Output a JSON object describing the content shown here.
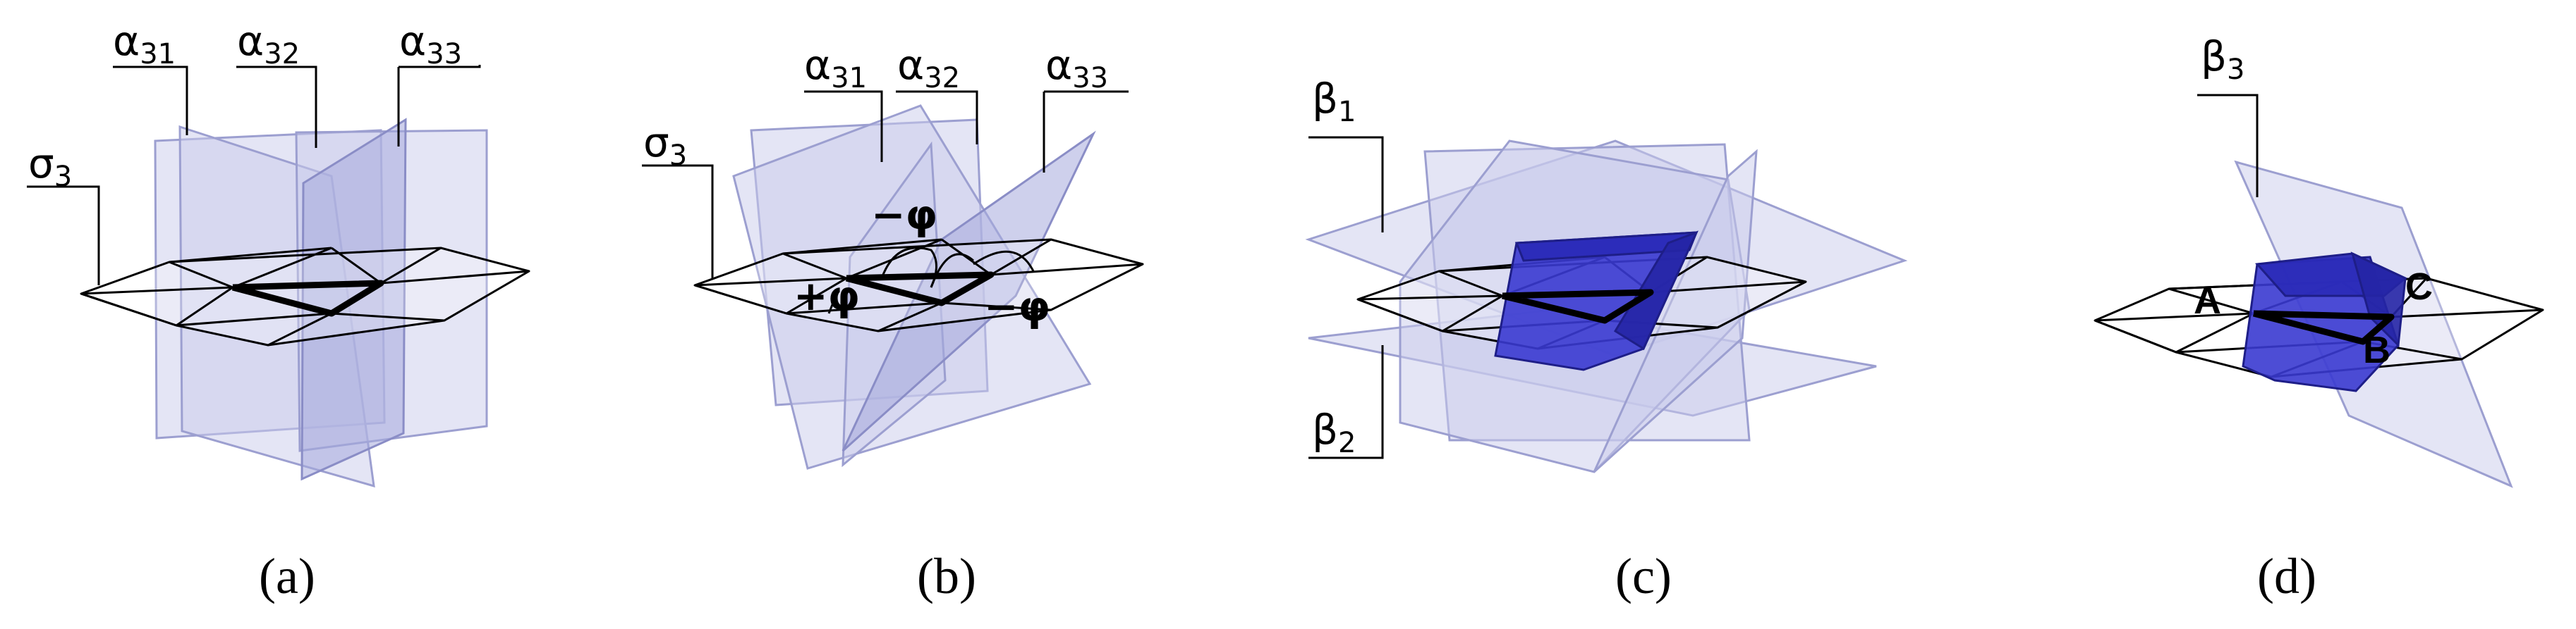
{
  "panels": [
    {
      "id": "a",
      "caption": "(a)",
      "labels": [
        {
          "key": "sigma3",
          "main": "σ",
          "sub": "3"
        },
        {
          "key": "alpha31",
          "main": "α",
          "sub": "31"
        },
        {
          "key": "alpha32",
          "main": "α",
          "sub": "32"
        },
        {
          "key": "alpha33",
          "main": "α",
          "sub": "33"
        }
      ]
    },
    {
      "id": "b",
      "caption": "(b)",
      "labels": [
        {
          "key": "sigma3",
          "main": "σ",
          "sub": "3"
        },
        {
          "key": "alpha31",
          "main": "α",
          "sub": "31"
        },
        {
          "key": "alpha32",
          "main": "α",
          "sub": "32"
        },
        {
          "key": "alpha33",
          "main": "α",
          "sub": "33"
        }
      ],
      "angles": {
        "minus_phi_top": "−φ",
        "plus_phi": "+φ",
        "minus_phi_right": "−φ"
      }
    },
    {
      "id": "c",
      "caption": "(c)",
      "labels": [
        {
          "key": "beta1",
          "main": "β",
          "sub": "1"
        },
        {
          "key": "beta2",
          "main": "β",
          "sub": "2"
        }
      ]
    },
    {
      "id": "d",
      "caption": "(d)",
      "labels": [
        {
          "key": "beta3",
          "main": "β",
          "sub": "3"
        }
      ],
      "points": {
        "A": "A",
        "B": "B",
        "C": "C"
      }
    }
  ],
  "colors": {
    "plane_fill": "#c9cbec",
    "volume_fill": "#3a3ad0",
    "line": "#000000"
  }
}
